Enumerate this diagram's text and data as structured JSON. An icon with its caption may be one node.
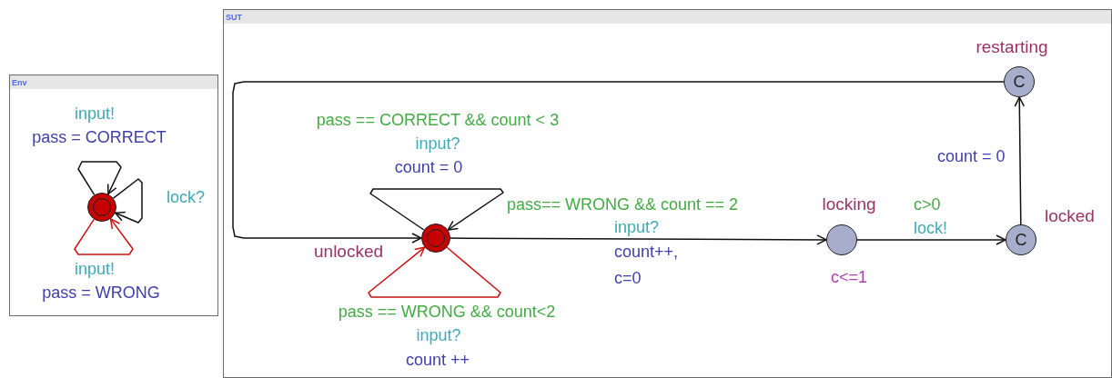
{
  "diagram": {
    "nodes": [
      {
        "text": [
          "Env"
        ]
      },
      {
        "text": [],
        "shape": "circle",
        "in": 0
      },
      {
        "text": [
          "SUT"
        ]
      },
      {
        "text": [
          "unlocked"
        ],
        "in": 2
      },
      {
        "text": [
          "locking"
        ],
        "beside": [
          "c<=1"
        ],
        "in": 2
      },
      {
        "text": [
          "locked",
          "C"
        ],
        "in": 2
      },
      {
        "text": [
          "restarting",
          "C"
        ],
        "in": 2
      }
    ],
    "edges": [
      {
        "from": 1,
        "to": 1,
        "arrow": "to"
      },
      {
        "from": 1,
        "to": 1,
        "arrow": "to"
      },
      {
        "from": 1,
        "to": 1,
        "arrow": "to",
        "color": "#cc1111"
      },
      {
        "from": 3,
        "to": 3,
        "arrow": "to"
      },
      {
        "from": 3,
        "to": 3,
        "arrow": "to",
        "color": "#cc1111"
      },
      {
        "from": 3,
        "to": 4,
        "arrow": "to"
      },
      {
        "from": 4,
        "to": 5,
        "arrow": "to"
      },
      {
        "from": 5,
        "to": 6,
        "arrow": "to"
      },
      {
        "from": 6,
        "to": 3,
        "arrow": "to"
      }
    ],
    "labels": [
      "input!",
      "pass = CORRECT",
      "lock?",
      "input!",
      "pass = WRONG",
      "pass == CORRECT && count < 3",
      "input?",
      "count = 0",
      "count = 0",
      "pass== WRONG && count == 2",
      "input?",
      "count++,",
      "c=0",
      "c>0",
      "lock!",
      "pass == WRONG && count<2",
      "input?",
      "count ++"
    ]
  }
}
